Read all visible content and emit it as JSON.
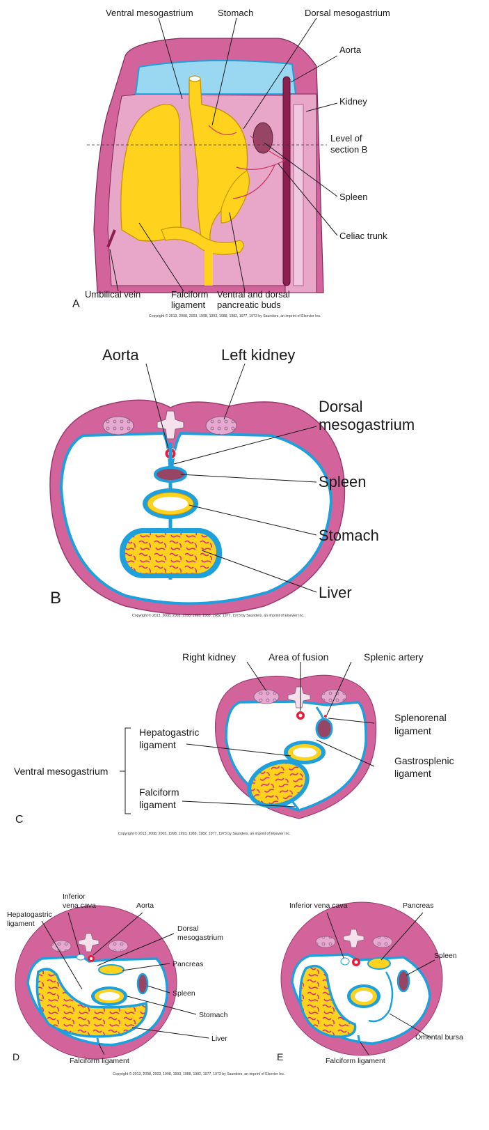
{
  "colors": {
    "body_wall": "#d2649b",
    "body_light": "#e8a6c8",
    "peritoneum": "#1ea0dc",
    "cavity_blue": "#9ad8f2",
    "organ_yellow": "#ffd21e",
    "vessel_red": "#e61e3c",
    "spleen": "#964664",
    "kidney": "#e6aad2",
    "aorta_dark": "#8c1e50"
  },
  "panel_a": {
    "letter": "A",
    "labels": {
      "ventral_mesogastrium": "Ventral mesogastrium",
      "stomach": "Stomach",
      "dorsal_mesogastrium": "Dorsal mesogastrium",
      "aorta": "Aorta",
      "kidney": "Kidney",
      "level_1": "Level of",
      "level_2": "section B",
      "spleen": "Spleen",
      "celiac_trunk": "Celiac trunk",
      "umbilical_vein": "Umbilical vein",
      "falciform_1": "Falciform",
      "falciform_2": "ligament",
      "buds_1": "Ventral and dorsal",
      "buds_2": "pancreatic buds"
    },
    "copyright": "Copyright © 2013, 2008, 2003, 1998, 1993, 1988, 1982, 1977, 1973 by Saunders, an imprint of Elsevier Inc."
  },
  "panel_b": {
    "letter": "B",
    "labels": {
      "aorta": "Aorta",
      "left_kidney": "Left kidney",
      "dorsal_1": "Dorsal",
      "dorsal_2": "mesogastrium",
      "spleen": "Spleen",
      "stomach": "Stomach",
      "liver": "Liver"
    },
    "copyright": "Copyright © 2013, 2008, 2003, 1998, 1993, 1988, 1982, 1977, 1973 by Saunders, an imprint of Elsevier Inc."
  },
  "panel_c": {
    "letter": "C",
    "labels": {
      "right_kidney": "Right kidney",
      "area_of_fusion": "Area of fusion",
      "splenic_artery": "Splenic artery",
      "splenorenal_1": "Splenorenal",
      "splenorenal_2": "ligament",
      "hepatogastric_1": "Hepatogastric",
      "hepatogastric_2": "ligament",
      "ventral_mesogastrium": "Ventral mesogastrium",
      "gastrosplenic_1": "Gastrosplenic",
      "gastrosplenic_2": "ligament",
      "falciform_1": "Falciform",
      "falciform_2": "ligament"
    },
    "copyright": "Copyright © 2013, 2008, 2003, 1998, 1993, 1988, 1982, 1977, 1973 by Saunders, an imprint of Elsevier Inc."
  },
  "panel_d": {
    "letter": "D",
    "labels": {
      "inferior_vc_1": "Inferior",
      "inferior_vc_2": "vena cava",
      "aorta": "Aorta",
      "hepatogastric_1": "Hepatogastric",
      "hepatogastric_2": "ligament",
      "dorsal_1": "Dorsal",
      "dorsal_2": "mesogastrium",
      "pancreas": "Pancreas",
      "spleen": "Spleen",
      "stomach": "Stomach",
      "liver": "Liver",
      "falciform": "Falciform ligament"
    }
  },
  "panel_e": {
    "letter": "E",
    "labels": {
      "inferior_vc": "Inferior vena cava",
      "pancreas": "Pancreas",
      "spleen": "Spleen",
      "omental_bursa": "Omental bursa",
      "falciform": "Falciform ligament"
    }
  },
  "copyright_bottom": "Copyright © 2013, 2008, 2003, 1998, 1993, 1988, 1982, 1977, 1973 by Saunders, an imprint of Elsevier Inc."
}
